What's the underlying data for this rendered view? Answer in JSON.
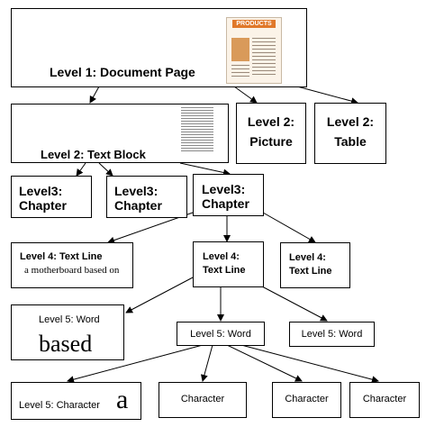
{
  "nodes": {
    "document_page": {
      "label": "Level 1: Document Page"
    },
    "text_block": {
      "label": "Level 2: Text Block"
    },
    "picture": {
      "line1": "Level 2:",
      "line2": "Picture"
    },
    "table": {
      "line1": "Level 2:",
      "line2": "Table"
    },
    "chapter_1": {
      "line1": "Level3:",
      "line2": "Chapter"
    },
    "chapter_2": {
      "line1": "Level3:",
      "line2": "Chapter"
    },
    "chapter_3": {
      "line1": "Level3:",
      "line2": "Chapter"
    },
    "text_line_1": {
      "line1": "Level 4: Text Line",
      "sample": "a motherboard based on"
    },
    "text_line_2": {
      "line1": "Level 4:",
      "line2": "Text Line"
    },
    "text_line_3": {
      "line1": "Level 4:",
      "line2": "Text Line"
    },
    "word_1": {
      "label": "Level 5: Word",
      "sample": "based"
    },
    "word_2": {
      "label": "Level 5: Word"
    },
    "word_3": {
      "label": "Level 5: Word"
    },
    "character_1": {
      "label": "Level 5: Character",
      "sample": "a"
    },
    "character_2": {
      "label": "Character"
    },
    "character_3": {
      "label": "Character"
    },
    "character_4": {
      "label": "Character"
    }
  },
  "thumbnail": {
    "banner": "PRODUCTS"
  },
  "colors": {
    "line": "#000000",
    "box_border": "#000000",
    "thumb_orange": "#e0782a"
  }
}
